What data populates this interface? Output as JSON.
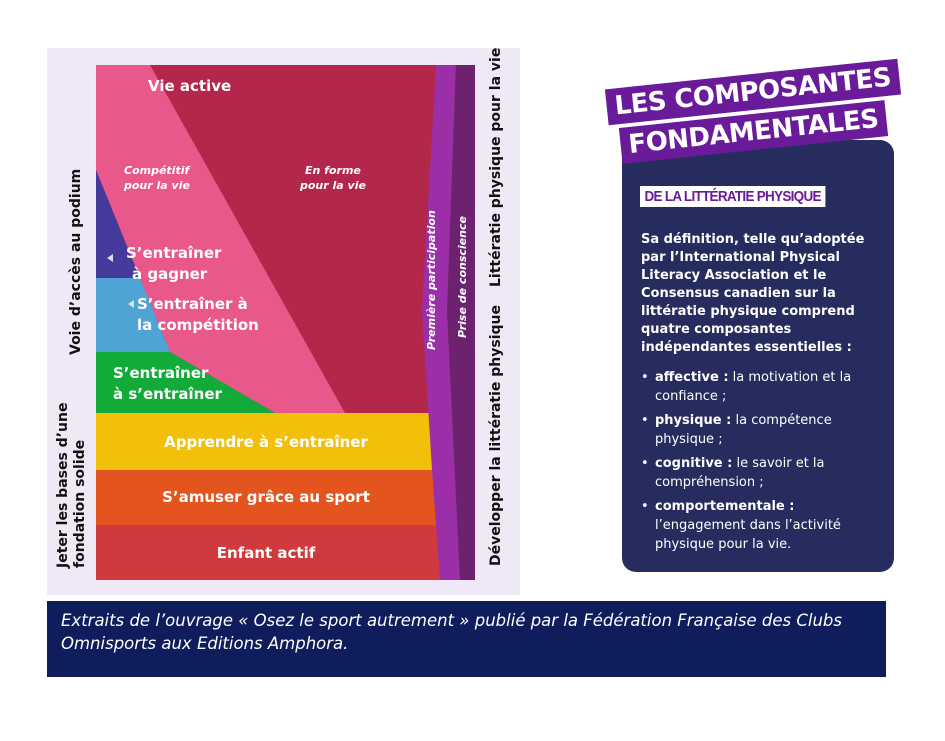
{
  "diagram": {
    "regions": {
      "vie_active": "Vie active",
      "competitif": [
        "Compétitif",
        "pour la vie"
      ],
      "en_forme": [
        "En forme",
        "pour la vie"
      ],
      "entrainer_gagner": [
        "S’entraîner",
        "à gagner"
      ],
      "entrainer_competition": [
        "S’entraîner à",
        "la compétition"
      ],
      "entrainer_entrainer": [
        "S’entraîner",
        "à s’entraîner"
      ],
      "apprendre": "Apprendre à s’entraîner",
      "samuser": "S’amuser grâce au sport",
      "enfant_actif": "Enfant actif",
      "premiere_participation": "Première participation",
      "prise_conscience": "Prise de conscience"
    },
    "side_labels": {
      "voie_podium": "Voie d’accès au podium",
      "jeter_bases": [
        "Jeter les bases d’une",
        "fondation solide"
      ],
      "litteratie_vie": "Littératie physique pour la vie",
      "developper": "Développer la littératie physique"
    },
    "colors": {
      "background": "#efe8f7",
      "vie_active": "#b3274a",
      "pink": "#e9588a",
      "dark_blue": "#453a9c",
      "light_blue": "#4fa3d5",
      "green": "#12ab3a",
      "yellow": "#f2bf0a",
      "orange": "#e4541f",
      "red": "#d13a3c",
      "purple_light": "#9b2fa8",
      "purple_dark": "#6d2270"
    }
  },
  "info": {
    "title_line1": "LES COMPOSANTES",
    "title_line2": "FONDAMENTALES",
    "subtitle": "DE LA LITTÉRATIE PHYSIQUE",
    "definition": "Sa définition, telle qu’adoptée par l’International Physical Literacy Association et le Consensus canadien sur la littératie physique comprend quatre composantes indépendantes essentielles :",
    "components": [
      {
        "term": "affective :",
        "desc": "la motivation et la confiance ;"
      },
      {
        "term": "physique :",
        "desc": "la compétence physique ;"
      },
      {
        "term": "cognitive :",
        "desc": "le savoir et la compréhension ;"
      },
      {
        "term": "comportementale :",
        "desc": "l’engagement dans l’activité physique pour la vie."
      }
    ]
  },
  "caption": "Extraits de l’ouvrage « Osez le sport autrement » publié par la Fédération Française des Clubs Omnisports aux Editions Amphora."
}
